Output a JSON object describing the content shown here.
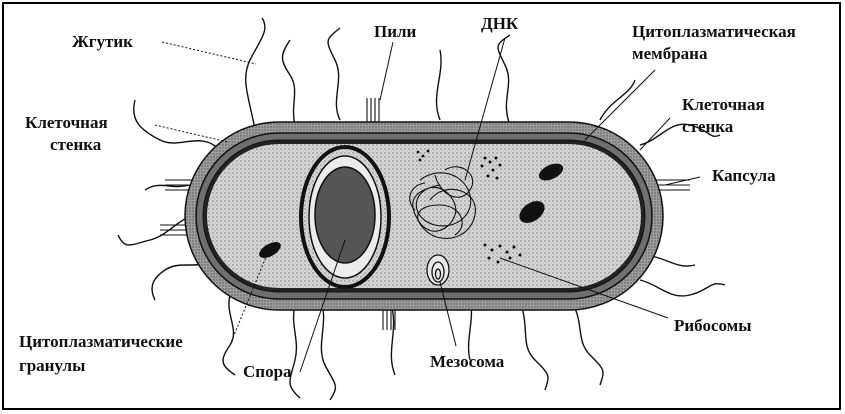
{
  "labels": {
    "flagellum": "Жгутик",
    "pili": "Пили",
    "dna": "ДНК",
    "cytoplasmic_membrane_line1": "Цитоплазматическая",
    "cytoplasmic_membrane_line2": "мембрана",
    "cell_wall_left_line1": "Клеточная",
    "cell_wall_left_line2": "стенка",
    "cell_wall_right_line1": "Клеточная",
    "cell_wall_right_line2": "стенка",
    "capsule": "Капсула",
    "ribosomes": "Рибосомы",
    "cytoplasmic_granules_line1": "Цитоплазматические",
    "cytoplasmic_granules_line2": "гранулы",
    "spore": "Спора",
    "mesosome": "Мезосома"
  },
  "colors": {
    "ink": "#111111",
    "capsule_fill": "#9a9a9a",
    "wall_fill": "#6f6f6f",
    "cytoplasm_fill": "#cfcfcf",
    "spore_core": "#555555"
  }
}
